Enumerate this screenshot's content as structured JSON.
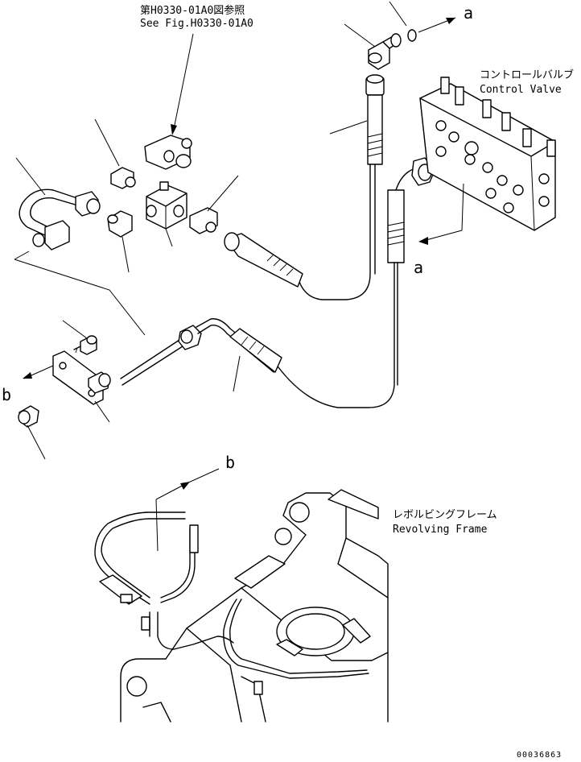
{
  "references": {
    "figure_ref_jp": "第H0330-01A0図参照",
    "figure_ref_en": "See Fig.H0330-01A0"
  },
  "components": {
    "control_valve_jp": "コントロールバルブ",
    "control_valve_en": "Control Valve",
    "revolving_frame_jp": "レボルビングフレーム",
    "revolving_frame_en": "Revolving Frame"
  },
  "callouts": {
    "a_top": "a",
    "a_valve": "a",
    "b_left": "b",
    "b_frame": "b"
  },
  "document_number": "00036863"
}
